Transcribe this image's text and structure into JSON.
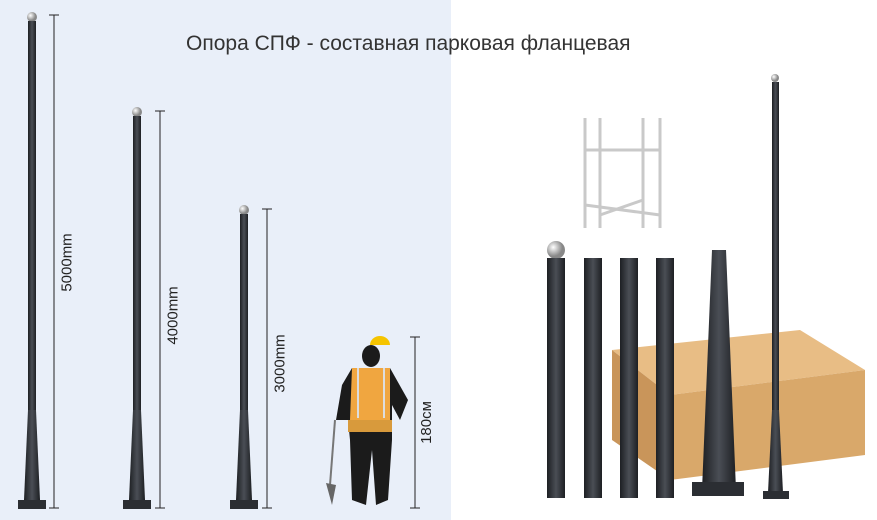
{
  "title": "Опора СПФ - составная парковая фланцевая",
  "dimensions": [
    {
      "label": "5000mm",
      "value_mm": 5000
    },
    {
      "label": "4000mm",
      "value_mm": 4000
    },
    {
      "label": "3000mm",
      "value_mm": 3000
    },
    {
      "label": "180см",
      "value_cm": 180
    }
  ],
  "colors": {
    "panel_bg": "#e9eff9",
    "pole": "#2b2e33",
    "vest": "#f0a640",
    "helmet": "#f5c400",
    "box": "#d9a86a"
  }
}
